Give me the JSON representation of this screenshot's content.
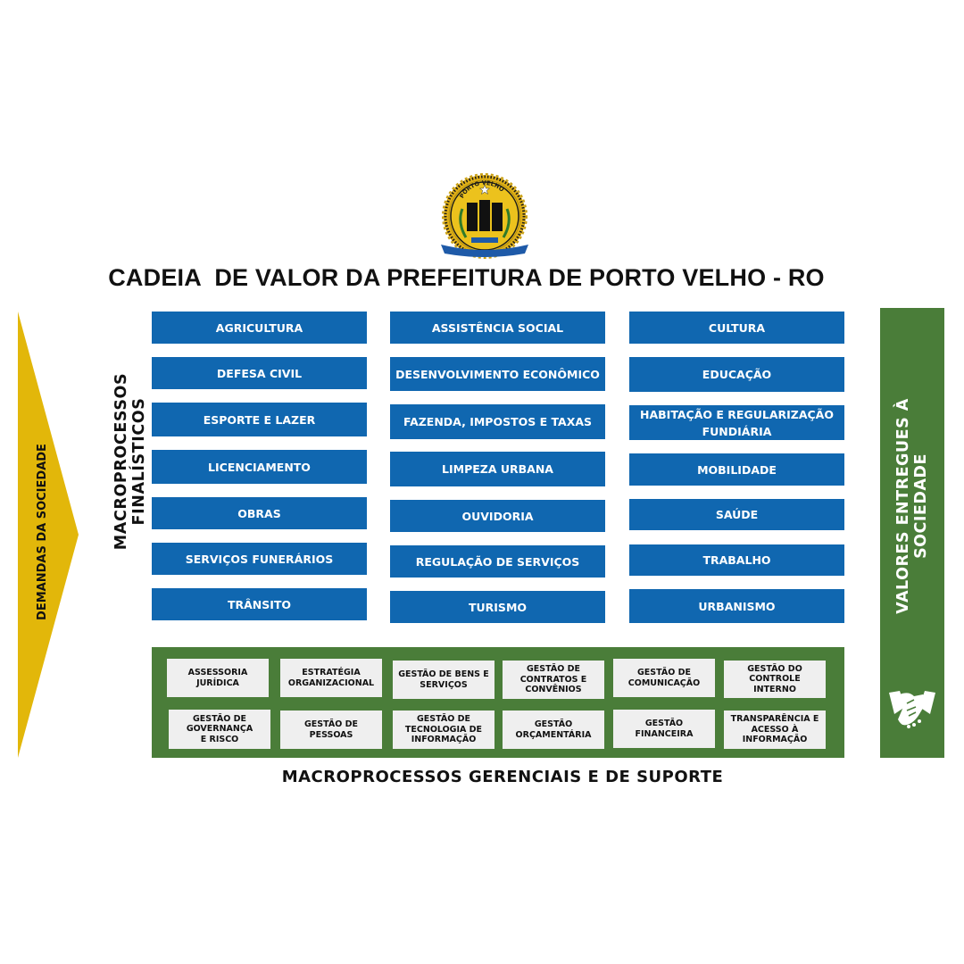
{
  "title": "CADEIA  DE VALOR DA PREFEITURA DE PORTO VELHO - RO",
  "crest": {
    "text": "PORTO VELHO",
    "icon": "coat-of-arms-icon"
  },
  "left_arrow": {
    "label": "DEMANDAS DA SOCIEDADE",
    "color": "#e2b70a"
  },
  "finalistic": {
    "label": "MACROPROCESSOS FINALÍSTICOS",
    "color": "#1067b0",
    "columns": [
      [
        "AGRICULTURA",
        "DEFESA CIVIL",
        "ESPORTE E LAZER",
        "LICENCIAMENTO",
        "OBRAS",
        "SERVIÇOS FUNERÁRIOS",
        "TRÂNSITO"
      ],
      [
        "ASSISTÊNCIA SOCIAL",
        "DESENVOLVIMENTO ECONÔMICO",
        "FAZENDA, IMPOSTOS E TAXAS",
        "LIMPEZA URBANA",
        "OUVIDORIA",
        "REGULAÇÃO DE SERVIÇOS",
        "TURISMO"
      ],
      [
        "CULTURA",
        "EDUCAÇÃO",
        "HABITAÇÃO E REGULARIZAÇÃO FUNDIÁRIA",
        "MOBILIDADE",
        "SAÚDE",
        "TRABALHO",
        "URBANISMO"
      ]
    ]
  },
  "support": {
    "label": "MACROPROCESSOS GERENCIAIS E DE SUPORTE",
    "color": "#4a7d39",
    "rows": [
      [
        "ASSESSORIA\nJURÍDICA",
        "ESTRATÉGIA\nORGANIZACIONAL",
        "GESTÃO DE BENS E\nSERVIÇOS",
        "GESTÃO DE\nCONTRATOS E\nCONVÊNIOS",
        "GESTÃO DE\nCOMUNICAÇÃO",
        "GESTÃO DO\nCONTROLE INTERNO"
      ],
      [
        "GESTÃO DE\nGOVERNANÇA\nE RISCO",
        "GESTÃO DE PESSOAS",
        "GESTÃO DE\nTECNOLOGIA DE\nINFORMAÇÃO",
        "GESTÃO\nORÇAMENTÁRIA",
        "GESTÃO\nFINANCEIRA",
        "TRANSPARÊNCIA E\nACESSO À\nINFORMAÇÃO"
      ]
    ]
  },
  "right_panel": {
    "label": "VALORES ENTREGUES À SOCIEDADE",
    "icon": "handshake-icon",
    "color": "#4a7d39"
  }
}
